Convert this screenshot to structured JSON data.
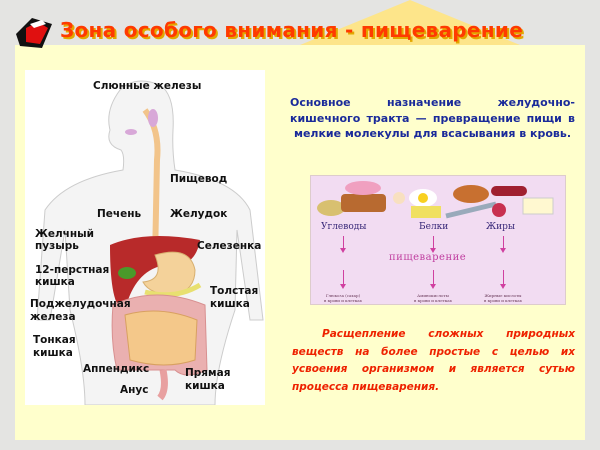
{
  "slide": {
    "title": "Зона особого внимания - пищеварение",
    "diagram_labels": {
      "salivary": "Слюнные железы",
      "esophagus": "Пищевод",
      "liver": "Печень",
      "stomach": "Желудок",
      "gallbladder_1": "Желчный",
      "gallbladder_2": "пузырь",
      "spleen": "Селезенка",
      "duodenum_1": "12-перстная",
      "duodenum_2": "кишка",
      "colon_1": "Толстая",
      "colon_2": "кишка",
      "pancreas_1": "Поджелудочная",
      "pancreas_2": "железа",
      "small_1": "Тонкая",
      "small_2": "кишка",
      "appendix": "Аппендикс",
      "rectum_1": "Прямая",
      "rectum_2": "кишка",
      "anus": "Анус"
    },
    "main_text": "Основное назначение желудочно-кишечного тракта — превращение пищи в мелкие молекулы для всасывания в кровь.",
    "food_chart": {
      "groups": [
        "Углеводы",
        "Белки",
        "Жиры"
      ],
      "center": "пищеварение",
      "results": [
        [
          "Глюкоза (сахар)",
          "в крови и клетках"
        ],
        [
          "Аминокислоты",
          "в крови и клетках"
        ],
        [
          "Жирные кислоты",
          "в крови и клетках"
        ]
      ]
    },
    "conclusion": "Расщепление сложных природных веществ на более простые с целью их усвоения организмом и является сутью процесса пищеварения."
  },
  "colors": {
    "title": "#ff3a00",
    "main_text": "#1a2a9a",
    "conclusion": "#ee2200",
    "panel": "#ffffcc"
  }
}
